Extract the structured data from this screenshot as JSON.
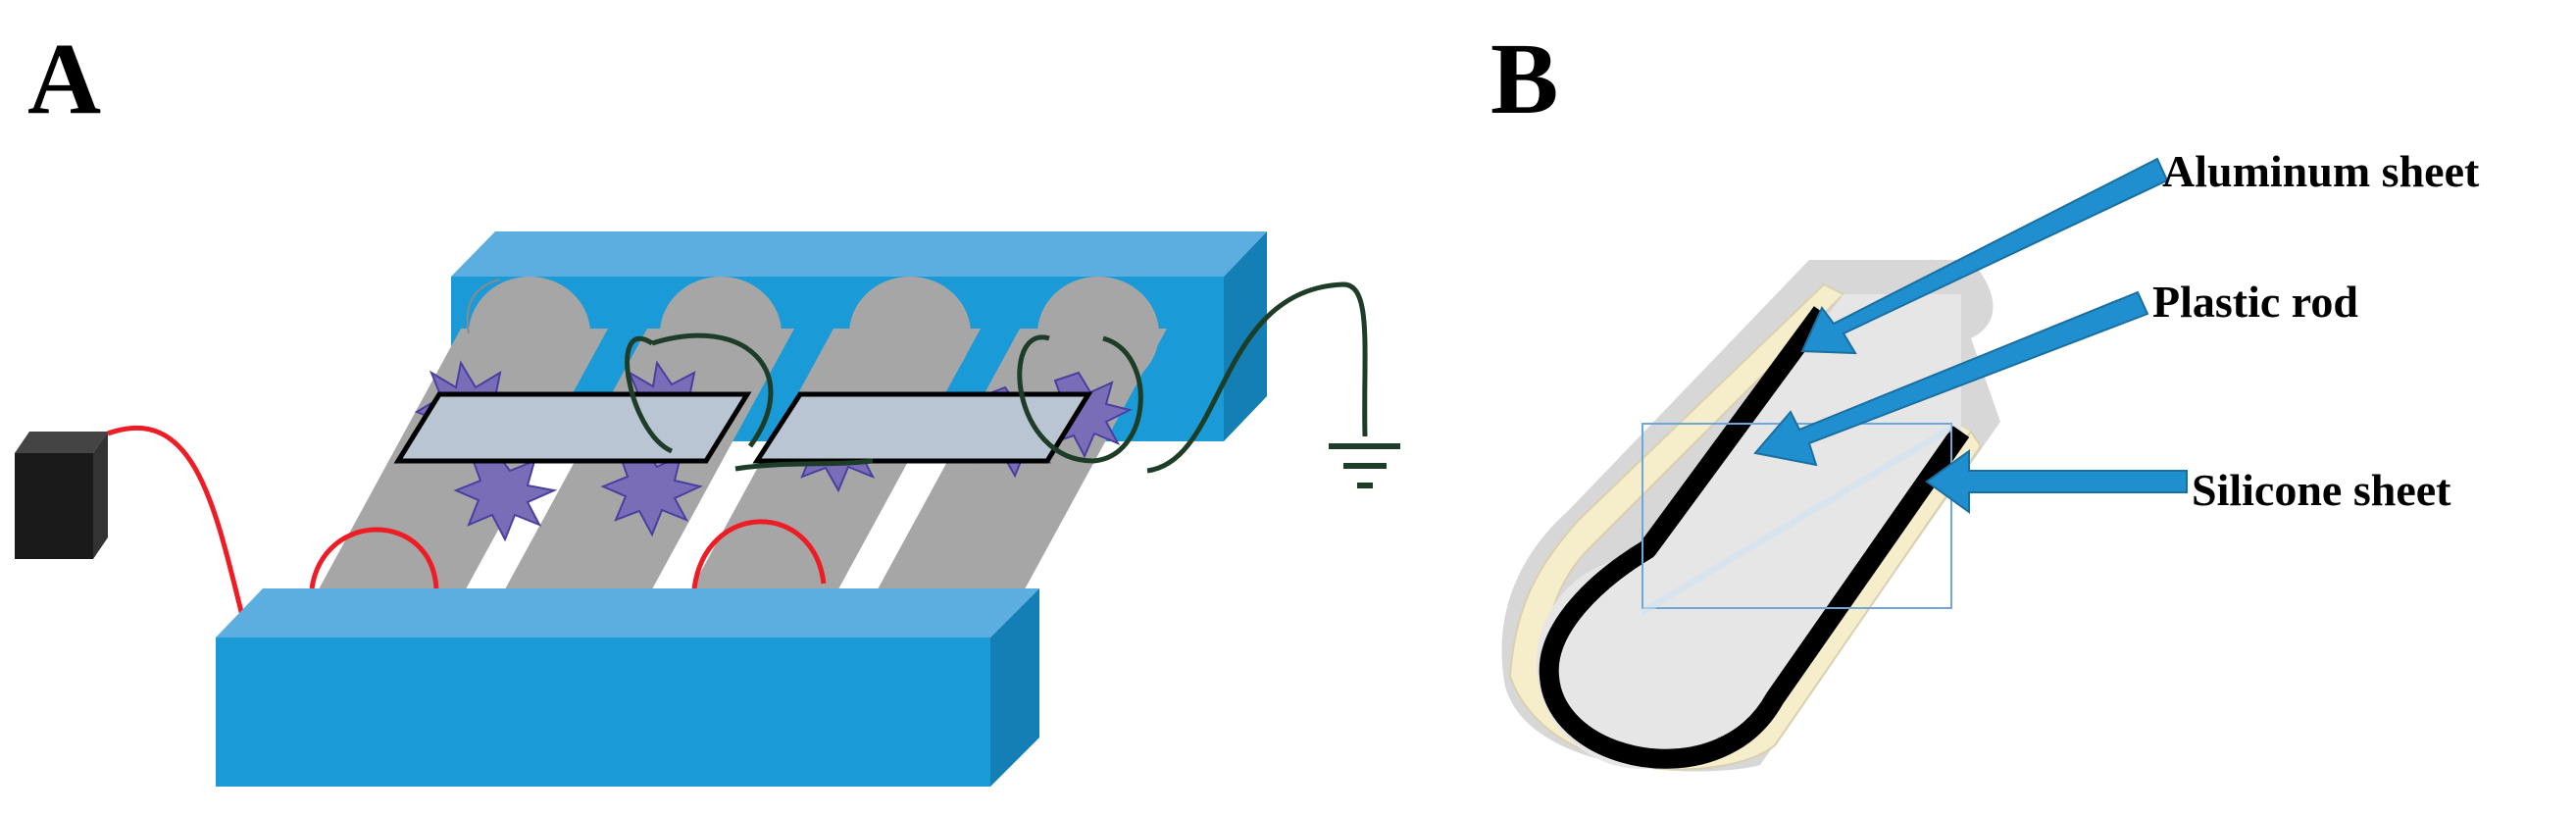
{
  "panels": {
    "a": {
      "letter": "A"
    },
    "b": {
      "letter": "B",
      "labels": {
        "aluminum": "Aluminum sheet",
        "plastic": "Plastic rod",
        "silicone": "Silicone sheet"
      }
    }
  },
  "colors": {
    "block_blue": "#1a9bd7",
    "block_blue_top": "#5daee0",
    "block_blue_side": "#137fb5",
    "rod_gray": "#a6a6a6",
    "plate": "#b9c5d3",
    "plasma": "#7a6db8",
    "wire_red": "#ee1c24",
    "wire_green": "#1e3d28",
    "arrow": "#1f8fcf",
    "silicone": "#f6edcb",
    "aluminum": "#000000"
  },
  "icons": [
    "power-source-icon",
    "ground-icon",
    "plasma-discharge-icon",
    "arrow-icon"
  ]
}
